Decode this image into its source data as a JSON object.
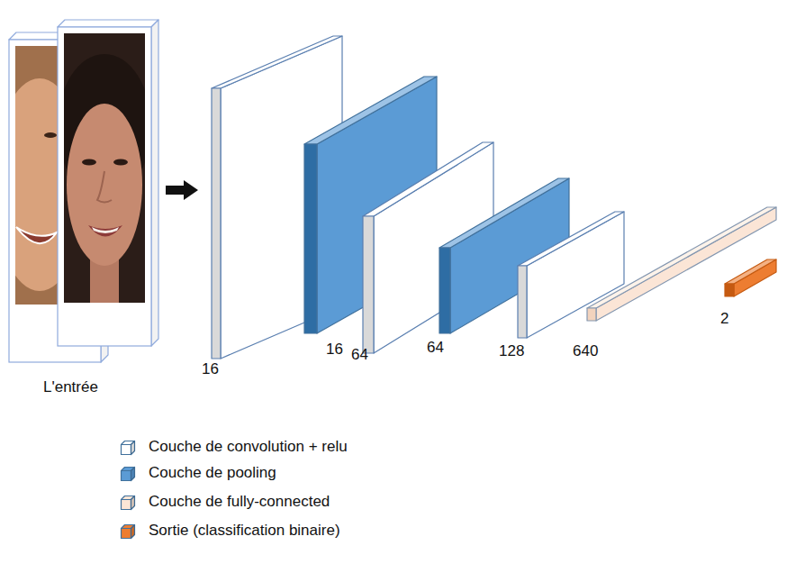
{
  "diagram": {
    "nodes": [
      {
        "text": [
          "L'entrée"
        ]
      },
      {
        "text": [
          "16"
        ]
      },
      {
        "text": [
          "16"
        ]
      },
      {
        "text": [
          "64"
        ]
      },
      {
        "text": [
          "64"
        ]
      },
      {
        "text": [
          "128"
        ]
      },
      {
        "text": [
          "640"
        ]
      },
      {
        "text": [
          "2"
        ]
      }
    ],
    "edges": [
      {
        "from": 0,
        "to": 1,
        "arrow": "to"
      }
    ],
    "legend": [
      {
        "text": "Couche de convolution + relu",
        "color": "#ffffff"
      },
      {
        "text": "Couche de pooling",
        "color": "#5b9bd5"
      },
      {
        "text": "Couche de fully-connected",
        "color": "#fbe5d6"
      },
      {
        "text": "Sortie (classification binaire)",
        "color": "#ed7d31"
      }
    ]
  }
}
